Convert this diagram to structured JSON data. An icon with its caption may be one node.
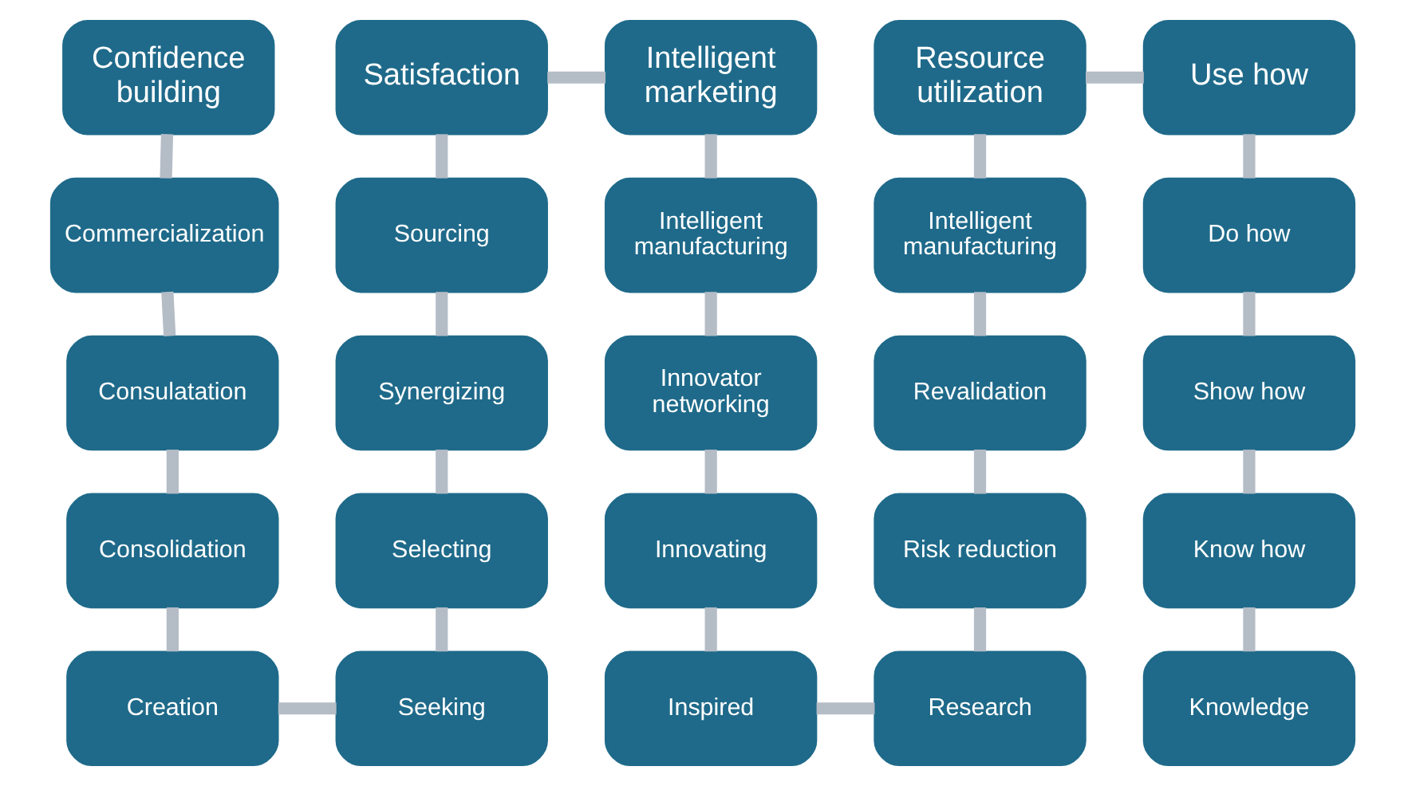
{
  "diagram": {
    "nodes": [
      {
        "text": [
          "Confidence building"
        ]
      },
      {
        "text": [
          "Commercialization"
        ]
      },
      {
        "text": [
          "Consulatation"
        ]
      },
      {
        "text": [
          "Consolidation"
        ]
      },
      {
        "text": [
          "Creation"
        ]
      },
      {
        "text": [
          "Satisfaction"
        ]
      },
      {
        "text": [
          "Sourcing"
        ]
      },
      {
        "text": [
          "Synergizing"
        ]
      },
      {
        "text": [
          "Selecting"
        ]
      },
      {
        "text": [
          "Seeking"
        ]
      },
      {
        "text": [
          "Intelligent marketing"
        ]
      },
      {
        "text": [
          "Intelligent manufacturing"
        ]
      },
      {
        "text": [
          "Innovator networking"
        ]
      },
      {
        "text": [
          "Innovating"
        ]
      },
      {
        "text": [
          "Inspired"
        ]
      },
      {
        "text": [
          "Resource utilization"
        ]
      },
      {
        "text": [
          "Intelligent manufacturing"
        ]
      },
      {
        "text": [
          "Revalidation"
        ]
      },
      {
        "text": [
          "Risk reduction"
        ]
      },
      {
        "text": [
          "Research"
        ]
      },
      {
        "text": [
          "Use how"
        ]
      },
      {
        "text": [
          "Do how"
        ]
      },
      {
        "text": [
          "Show how"
        ]
      },
      {
        "text": [
          "Know how"
        ]
      },
      {
        "text": [
          "Knowledge"
        ]
      }
    ],
    "edges": [
      {
        "from": 0,
        "to": 1,
        "arrow": "none"
      },
      {
        "from": 1,
        "to": 2,
        "arrow": "none"
      },
      {
        "from": 2,
        "to": 3,
        "arrow": "none"
      },
      {
        "from": 3,
        "to": 4,
        "arrow": "none"
      },
      {
        "from": 4,
        "to": 9,
        "arrow": "none"
      },
      {
        "from": 8,
        "to": 9,
        "arrow": "none"
      },
      {
        "from": 7,
        "to": 8,
        "arrow": "none"
      },
      {
        "from": 6,
        "to": 7,
        "arrow": "none"
      },
      {
        "from": 5,
        "to": 6,
        "arrow": "none"
      },
      {
        "from": 5,
        "to": 10,
        "arrow": "none"
      },
      {
        "from": 10,
        "to": 11,
        "arrow": "none"
      },
      {
        "from": 11,
        "to": 12,
        "arrow": "none"
      },
      {
        "from": 12,
        "to": 13,
        "arrow": "none"
      },
      {
        "from": 13,
        "to": 14,
        "arrow": "none"
      },
      {
        "from": 14,
        "to": 19,
        "arrow": "none"
      },
      {
        "from": 18,
        "to": 19,
        "arrow": "none"
      },
      {
        "from": 17,
        "to": 18,
        "arrow": "none"
      },
      {
        "from": 16,
        "to": 17,
        "arrow": "none"
      },
      {
        "from": 15,
        "to": 16,
        "arrow": "none"
      },
      {
        "from": 15,
        "to": 20,
        "arrow": "none"
      },
      {
        "from": 20,
        "to": 21,
        "arrow": "none"
      },
      {
        "from": 21,
        "to": 22,
        "arrow": "none"
      },
      {
        "from": 22,
        "to": 23,
        "arrow": "none"
      },
      {
        "from": 23,
        "to": 24,
        "arrow": "none"
      }
    ]
  }
}
